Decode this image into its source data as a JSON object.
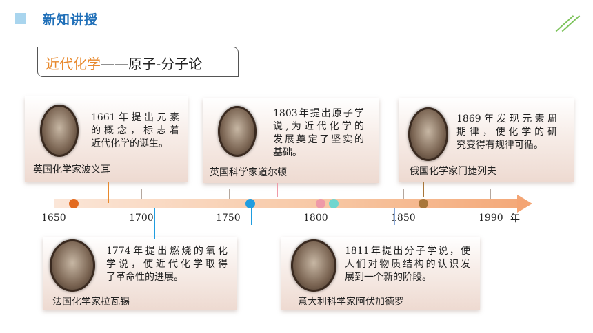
{
  "header": {
    "title": "新知讲授"
  },
  "subtitle": {
    "accent_text": "近代化学",
    "rest_text": "——原子-分子论"
  },
  "timeline": {
    "ticks": [
      "1650",
      "1700",
      "1750",
      "1800",
      "1850",
      "1990"
    ],
    "unit": "年"
  },
  "events": [
    {
      "scientist": "英国化学家波义耳",
      "description": "1661年提出元素的概念，标志着近代化学的诞生。",
      "lines": [
        "1661年提出元素",
        "的概念，标志着",
        "近代化学的诞生。"
      ],
      "dot_color": "#e36a1e"
    },
    {
      "scientist": "英国科学家道尔顿",
      "description": "1803年提出原子学说,为近代化学的发展奠定了坚实的基础。",
      "lines": [
        "1803年提出原子学",
        "说,为近代化学的",
        "发展奠定了坚实的",
        "基础。"
      ],
      "dot_color": "#ef9aa8"
    },
    {
      "scientist": "俄国化学家门捷列夫",
      "description": "1869年发现元素周期律，使化学的研究变得有规律可循。",
      "lines": [
        "1869年发现元素周",
        "期律，使化学的研",
        "究变得有规律可循。"
      ],
      "dot_color": "#a8763a"
    },
    {
      "scientist": "法国化学家拉瓦锡",
      "description": "1774年提出燃烧的氧化学说，使近代化学取得了革命性的进展。",
      "lines": [
        "1774年提出燃烧的氧化",
        "学说，使近代化学取得",
        "了革命性的进展。"
      ],
      "dot_color": "#1f9de0"
    },
    {
      "scientist": "意大利科学家阿伏加德罗",
      "description": "1811年提出分子学说，使人们对物质结构的认识发展到一个新的阶段。",
      "lines": [
        "1811年提出分子学说，使",
        "人们对物质结构的认识发",
        "展到一个新的阶段。"
      ],
      "dot_color": "#6fd6cf"
    }
  ]
}
